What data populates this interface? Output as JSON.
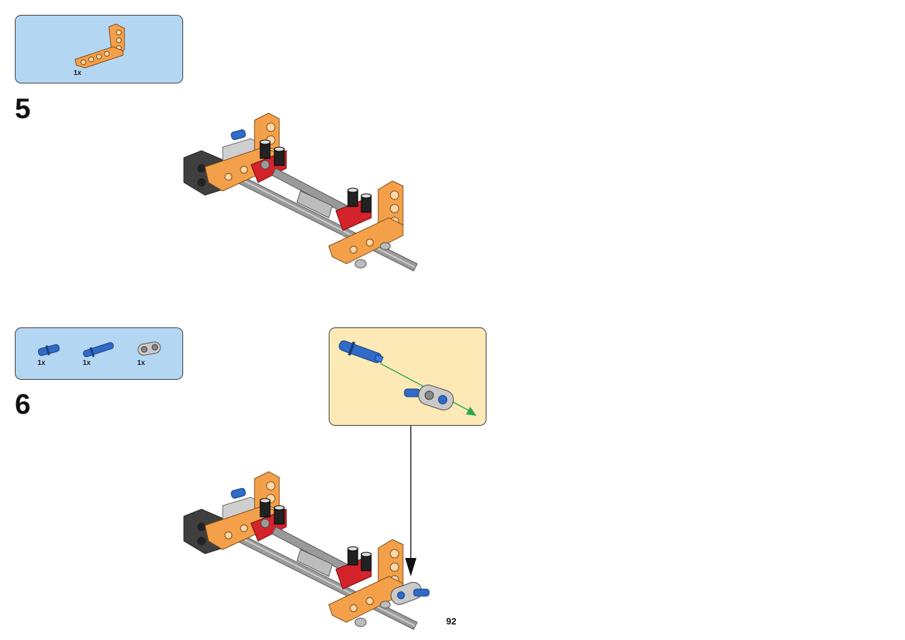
{
  "page": {
    "number": "92"
  },
  "steps": [
    {
      "number": "5",
      "parts": [
        {
          "name": "orange-l-beam-icon",
          "qty": "1x"
        }
      ]
    },
    {
      "number": "6",
      "parts": [
        {
          "name": "blue-short-pin-icon",
          "qty": "1x"
        },
        {
          "name": "blue-long-axle-pin-icon",
          "qty": "1x"
        },
        {
          "name": "gray-double-connector-icon",
          "qty": "1x"
        }
      ]
    }
  ],
  "colors": {
    "parts_box_bg": "#b3d6f2",
    "callout_bg": "#fde9b6",
    "orange": "#f4a04b",
    "red": "#d4232a",
    "gray": "#a9a9a9",
    "dark": "#4a4a4a",
    "blue": "#2f6bc7",
    "arrow_green": "#2ea84f"
  }
}
